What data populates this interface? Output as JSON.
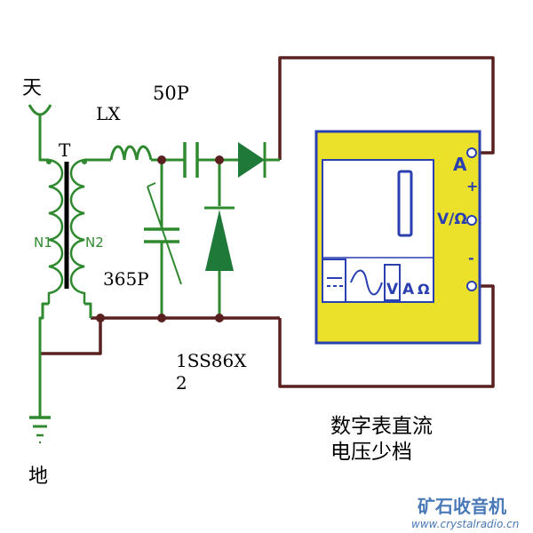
{
  "labels": {
    "antenna": "天",
    "transformer": "T",
    "inductor": "LX",
    "capacitor_top": "50P",
    "capacitor_var": "365P",
    "winding_primary": "N1",
    "winding_secondary": "N2",
    "diode_line1": "1SS86X",
    "diode_line2": "2",
    "ground": "地",
    "caption_line1": "数字表直流",
    "caption_line2": "电压少档"
  },
  "meter": {
    "term_a": "A",
    "term_plus": "+",
    "term_vohm": "V/Ω",
    "term_minus": "-",
    "mode_dc_volt": "V",
    "mode_amp": "A",
    "mode_ohm": "Ω",
    "display": "0"
  },
  "watermark": {
    "title": "矿石收音机",
    "url": "www.crystalradio.cn"
  },
  "colors": {
    "green_wire": "#2f8a2f",
    "brown_wire": "#5a2020",
    "meter_yellow": "#ece12a",
    "meter_blue": "#2a3fb0",
    "diode_green": "#1f7a3a",
    "watermark": "#4a79b8"
  }
}
